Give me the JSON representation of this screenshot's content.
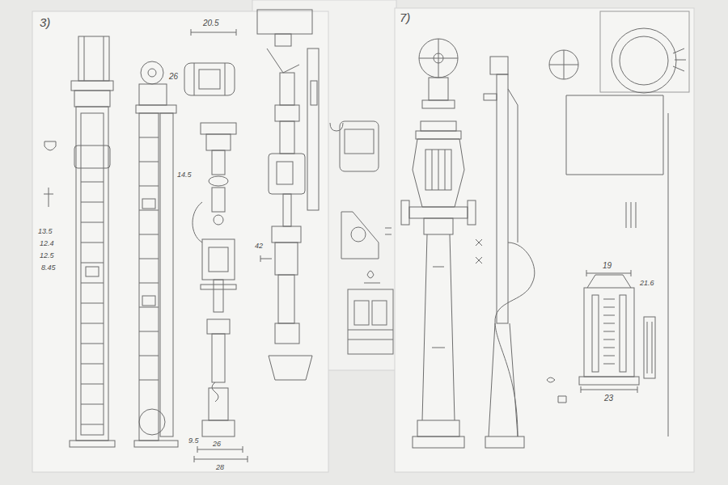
{
  "diagram": {
    "labels": [
      "3)",
      "7)",
      "20.5",
      "26",
      "13.5",
      "12.4",
      "12.5",
      "8.45",
      "14.5",
      "42",
      "9.5",
      "26",
      "28",
      "19",
      "21.6",
      "23"
    ]
  }
}
